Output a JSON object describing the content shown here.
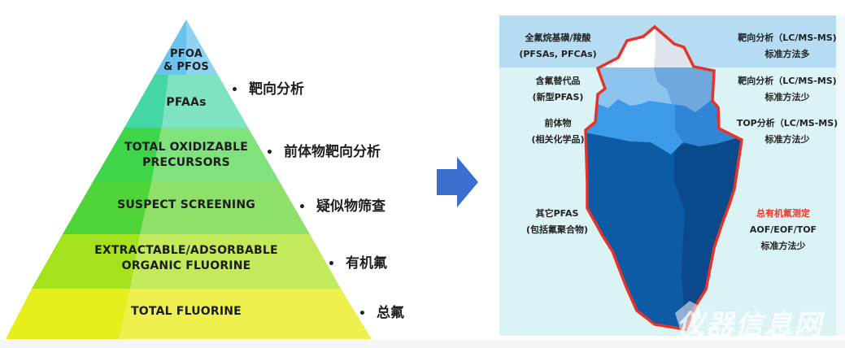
{
  "pyramid": {
    "layers": [
      {
        "label": "PFOA\n& PFOS",
        "line1": "PFOA",
        "line2": "& PFOS",
        "color_left": "#4db6e8",
        "color_right": "#8fd3f2"
      },
      {
        "label": "PFAAs",
        "line1": "PFAAs",
        "color_left": "#45d6a6",
        "color_right": "#7ee3c3"
      },
      {
        "label": "TOTAL OXIDIZABLE PRECURSORS",
        "line1": "TOTAL OXIDIZABLE",
        "line2": "PRECURSORS",
        "color_left": "#3fd54a",
        "color_right": "#7fe27d"
      },
      {
        "label": "SUSPECT SCREENING",
        "line1": "SUSPECT SCREENING",
        "color_left": "#4fd43a",
        "color_right": "#8fe06a"
      },
      {
        "label": "EXTRACTABLE/ADSORBABLE ORGANIC FLUORINE",
        "line1": "EXTRACTABLE/ADSORBABLE",
        "line2": "ORGANIC FLUORINE",
        "color_left": "#a4e21d",
        "color_right": "#c3ea5a"
      },
      {
        "label": "TOTAL FLUORINE",
        "line1": "TOTAL FLUORINE",
        "color_left": "#e6ef1b",
        "color_right": "#eef04e"
      }
    ],
    "notes": [
      {
        "bullet": "•",
        "text": "靶向分析"
      },
      {
        "bullet": "•",
        "text": "前体物靶向分析"
      },
      {
        "bullet": "•",
        "text": "疑似物筛查"
      },
      {
        "bullet": "•",
        "text": "有机氟"
      },
      {
        "bullet": "•",
        "text": "总氟"
      }
    ]
  },
  "arrow": {
    "icon": "right-arrow-icon",
    "color": "#3a6fd0"
  },
  "iceberg": {
    "left_labels": [
      {
        "line1": "全氟烷基磺/羧酸",
        "line2": "(PFSAs, PFCAs)"
      },
      {
        "line1": "含氟替代品",
        "line2": "(新型PFAS)"
      },
      {
        "line1": "前体物",
        "line2": "(相关化学品)"
      },
      {
        "line1": "其它PFAS",
        "line2": "(包括氟聚合物)"
      }
    ],
    "right_labels": [
      {
        "line1": "靶向分析（LC/MS-MS)",
        "line2": "标准方法多"
      },
      {
        "line1": "靶向分析（LC/MS-MS)",
        "line2": "标准方法少"
      },
      {
        "line1": "TOP分析（LC/MS-MS)",
        "line2": "标准方法少"
      },
      {
        "line1": "总有机氟测定",
        "line2": "AOF/EOF/TOF",
        "line3": "标准方法少",
        "highlight_color": "#e53a2c"
      }
    ],
    "colors": {
      "sky": "#b6dcf3",
      "water": "#dcf3f6",
      "outline": "#e5332a",
      "tip": "#ffffff",
      "layer2": "#8cc4ef",
      "layer3": "#3c9ae8",
      "body": "#0d5aa5",
      "body_dark": "#0a4a8c"
    }
  },
  "watermark": {
    "text": "仪器信息网",
    "url": "www.instrument.com.cn"
  }
}
